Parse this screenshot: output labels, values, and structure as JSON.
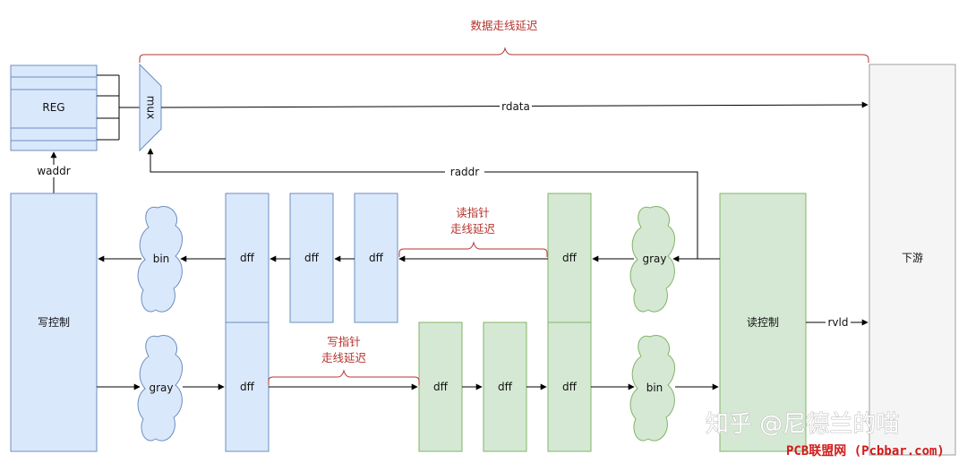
{
  "labels": {
    "reg": "REG",
    "mux": "mux",
    "rdata": "rdata",
    "raddr": "raddr",
    "waddr": "waddr",
    "write_ctrl": "写控制",
    "read_ctrl": "读控制",
    "downstream": "下游",
    "bin": "bin",
    "gray": "gray",
    "dff": "dff",
    "rvld": "rvld",
    "data_delay": "数据走线延迟",
    "read_ptr_delay_1": "读指针",
    "read_ptr_delay_2": "走线延迟",
    "write_ptr_delay_1": "写指针",
    "write_ptr_delay_2": "走线延迟"
  },
  "watermark": {
    "zhihu": "知乎 @尼德兰的喵",
    "pcbbar": "PCB联盟网 (Pcbbar.com)"
  },
  "colors": {
    "blue_fill": "#dae8fc",
    "blue_stroke": "#6c8ebf",
    "green_fill": "#d5e8d4",
    "green_stroke": "#82b366",
    "gray_fill": "#f5f5f5",
    "gray_stroke": "#9e9e9e",
    "annotation": "#b5342f"
  }
}
